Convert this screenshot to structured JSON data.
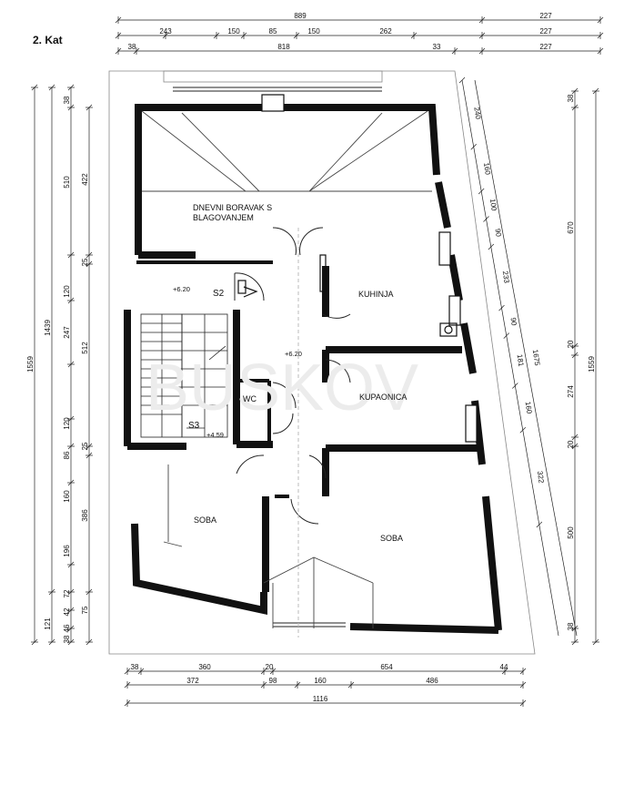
{
  "floor_title": "2. Kat",
  "rooms": {
    "living_line1": "DNEVNI BORAVAK S",
    "living_line2": "BLAGOVANJEM",
    "kitchen": "KUHINJA",
    "bathroom": "KUPAONICA",
    "wc": "WC",
    "bedroom_left": "SOBA",
    "bedroom_right": "SOBA"
  },
  "levels": {
    "s2_level": "+6.20",
    "s2": "S2",
    "hall_level": "+6.20",
    "s3": "S3",
    "s3_level": "+4.59"
  },
  "dims_top": {
    "row1": [
      "889",
      "227"
    ],
    "row2": [
      "243",
      "150",
      "85",
      "150",
      "262",
      "227"
    ],
    "row3": [
      "38",
      "818",
      "33",
      "227"
    ]
  },
  "dims_bottom": {
    "row1": [
      "38",
      "360",
      "20",
      "654",
      "44"
    ],
    "row2": [
      "372",
      "98",
      "160",
      "486"
    ],
    "row3": [
      "1116"
    ]
  },
  "dims_left": {
    "col1": [
      "1559"
    ],
    "col2": [
      "121",
      "1439"
    ],
    "col3": [
      "38",
      "510",
      "120",
      "247",
      "120",
      "86",
      "160",
      "196",
      "72",
      "42",
      "46",
      "38"
    ],
    "col4": [
      "422",
      "25",
      "512",
      "25",
      "386",
      "75"
    ]
  },
  "dims_right_diag": [
    "240",
    "160",
    "100",
    "90",
    "233",
    "90",
    "181",
    "160",
    "322",
    "1675"
  ],
  "dims_right": [
    "38",
    "670",
    "20",
    "274",
    "20",
    "500",
    "38",
    "1559"
  ],
  "watermark": "BUSKOV"
}
